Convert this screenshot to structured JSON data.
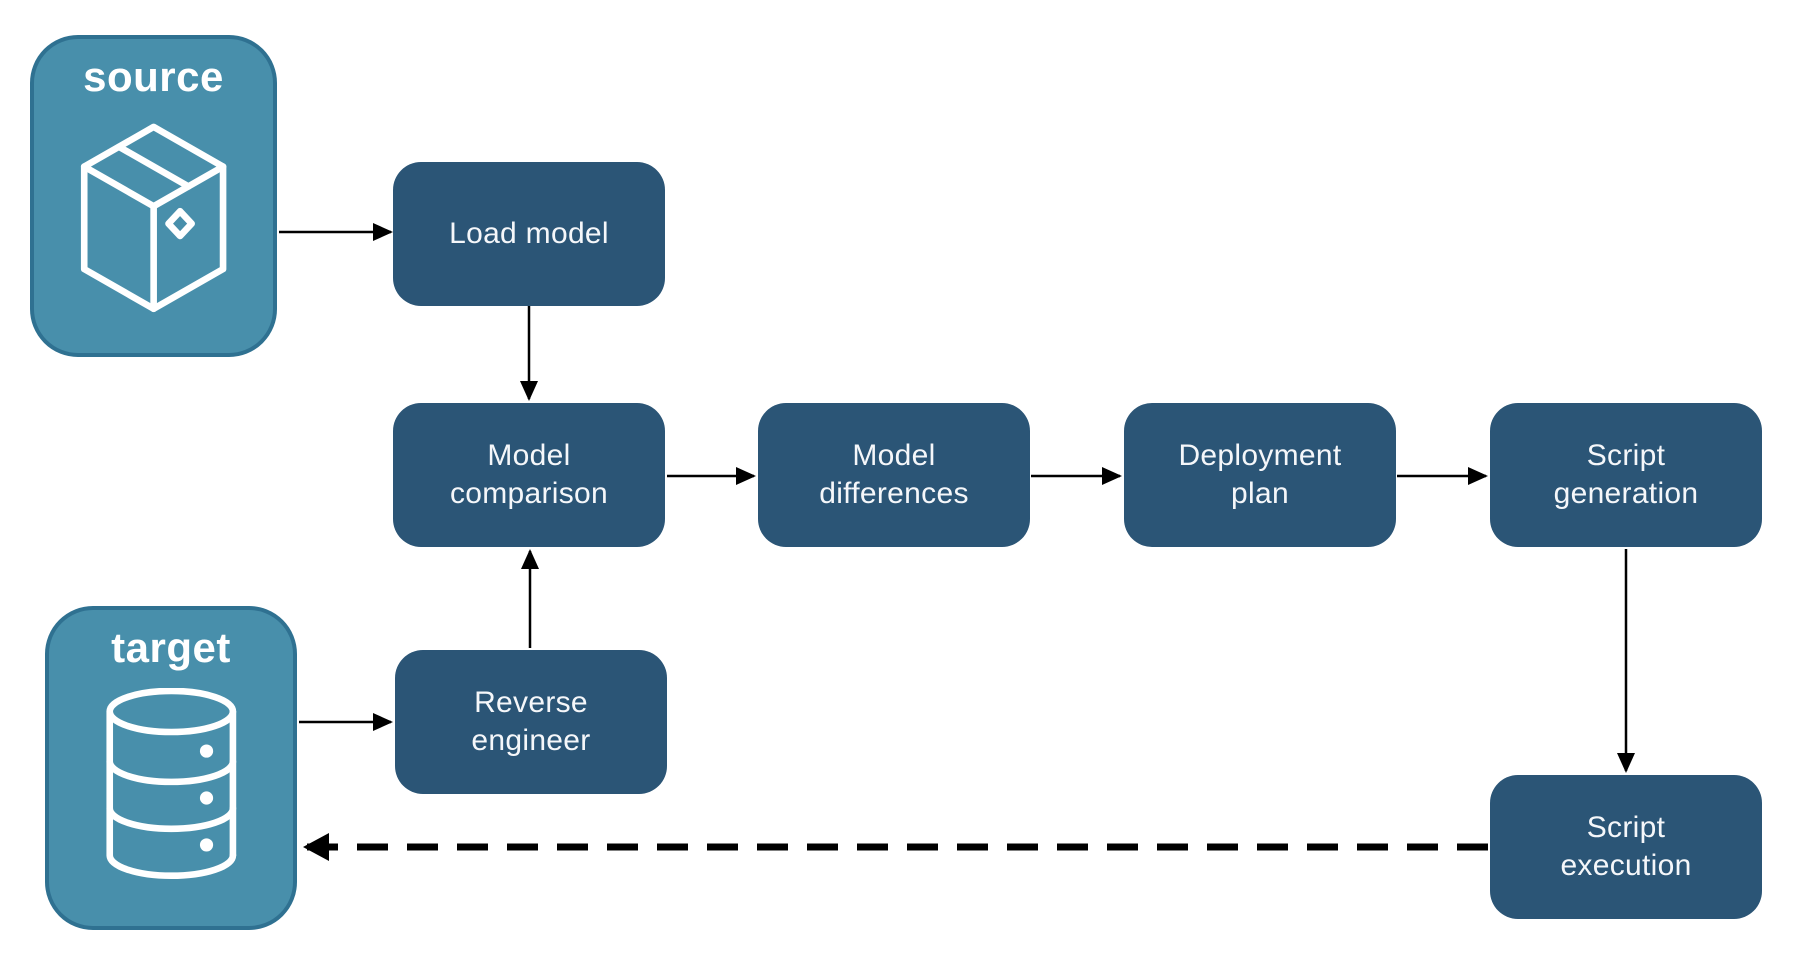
{
  "diagram": {
    "background": "#ffffff",
    "colors": {
      "node_fill": "#2B5576",
      "node_text": "#ffffff",
      "endpoint_fill": "#488FAB",
      "endpoint_border": "#2F7191",
      "endpoint_text": "#ffffff",
      "arrow": "#000000"
    },
    "endpoints": [
      {
        "id": "source",
        "label": "source",
        "icon": "package-icon"
      },
      {
        "id": "target",
        "label": "target",
        "icon": "database-icon"
      }
    ],
    "nodes": [
      {
        "id": "load-model",
        "label": "Load model",
        "lines": [
          "Load model"
        ]
      },
      {
        "id": "model-comparison",
        "label": "Model comparison",
        "lines": [
          "Model",
          "comparison"
        ]
      },
      {
        "id": "model-differences",
        "label": "Model differences",
        "lines": [
          "Model",
          "differences"
        ]
      },
      {
        "id": "deployment-plan",
        "label": "Deployment plan",
        "lines": [
          "Deployment",
          "plan"
        ]
      },
      {
        "id": "script-generation",
        "label": "Script generation",
        "lines": [
          "Script",
          "generation"
        ]
      },
      {
        "id": "reverse-engineer",
        "label": "Reverse engineer",
        "lines": [
          "Reverse",
          "engineer"
        ]
      },
      {
        "id": "script-execution",
        "label": "Script execution",
        "lines": [
          "Script",
          "execution"
        ]
      }
    ],
    "edges": [
      {
        "from": "source",
        "to": "load-model",
        "style": "solid"
      },
      {
        "from": "load-model",
        "to": "model-comparison",
        "style": "solid"
      },
      {
        "from": "model-comparison",
        "to": "model-differences",
        "style": "solid"
      },
      {
        "from": "model-differences",
        "to": "deployment-plan",
        "style": "solid"
      },
      {
        "from": "deployment-plan",
        "to": "script-generation",
        "style": "solid"
      },
      {
        "from": "script-generation",
        "to": "script-execution",
        "style": "solid"
      },
      {
        "from": "target",
        "to": "reverse-engineer",
        "style": "solid"
      },
      {
        "from": "reverse-engineer",
        "to": "model-comparison",
        "style": "solid"
      },
      {
        "from": "script-execution",
        "to": "target",
        "style": "dashed"
      }
    ]
  }
}
